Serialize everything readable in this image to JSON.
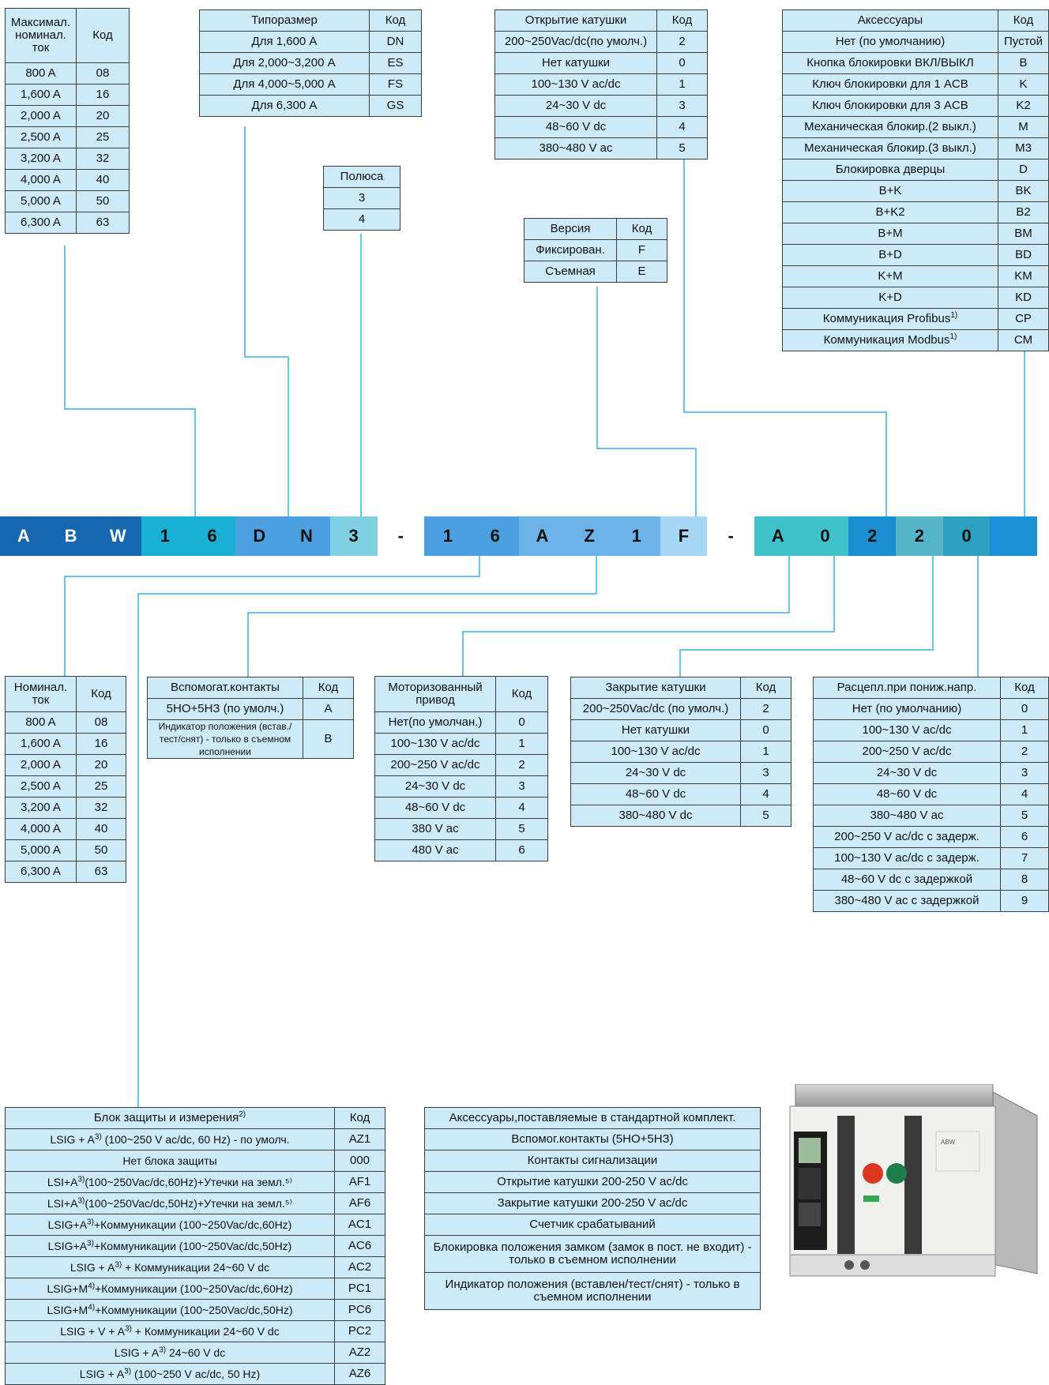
{
  "code_bar": {
    "cells": [
      {
        "char": "A",
        "color": "#1767b0",
        "text_color": "#ffffff"
      },
      {
        "char": "B",
        "color": "#1767b0",
        "text_color": "#ffffff"
      },
      {
        "char": "W",
        "color": "#1767b0",
        "text_color": "#ffffff"
      },
      {
        "char": "1",
        "color": "#1ab0d6",
        "text_color": "#111111"
      },
      {
        "char": "6",
        "color": "#1ab0d6",
        "text_color": "#111111"
      },
      {
        "char": "D",
        "color": "#4da0e0",
        "text_color": "#111111"
      },
      {
        "char": "N",
        "color": "#4da0e0",
        "text_color": "#111111"
      },
      {
        "char": "3",
        "color": "#7fd0e0",
        "text_color": "#111111"
      },
      {
        "char": "-",
        "color": "#ffffff",
        "text_color": "#111111"
      },
      {
        "char": "1",
        "color": "#4da0e0",
        "text_color": "#111111"
      },
      {
        "char": "6",
        "color": "#4da0e0",
        "text_color": "#111111"
      },
      {
        "char": "A",
        "color": "#6ab4ea",
        "text_color": "#111111"
      },
      {
        "char": "Z",
        "color": "#6ab4ea",
        "text_color": "#111111"
      },
      {
        "char": "1",
        "color": "#6ab4ea",
        "text_color": "#111111"
      },
      {
        "char": "F",
        "color": "#a6d8f5",
        "text_color": "#111111"
      },
      {
        "char": "-",
        "color": "#ffffff",
        "text_color": "#111111"
      },
      {
        "char": "A",
        "color": "#40c2cc",
        "text_color": "#111111"
      },
      {
        "char": "0",
        "color": "#40c2cc",
        "text_color": "#111111"
      },
      {
        "char": "2",
        "color": "#1a8ed0",
        "text_color": "#111111"
      },
      {
        "char": "2",
        "color": "#56b6c9",
        "text_color": "#111111"
      },
      {
        "char": "0",
        "color": "#2d9fbf",
        "text_color": "#111111"
      },
      {
        "char": "",
        "color": "#1d8fd6",
        "text_color": "#111111"
      }
    ]
  },
  "tables": {
    "max_current": {
      "header": [
        "Максимал. номинал. ток",
        "Код"
      ],
      "rows": [
        [
          "800 A",
          "08"
        ],
        [
          "1,600 A",
          "16"
        ],
        [
          "2,000 A",
          "20"
        ],
        [
          "2,500 A",
          "25"
        ],
        [
          "3,200 A",
          "32"
        ],
        [
          "4,000 A",
          "40"
        ],
        [
          "5,000 A",
          "50"
        ],
        [
          "6,300 A",
          "63"
        ]
      ]
    },
    "frame": {
      "header": [
        "Типоразмер",
        "Код"
      ],
      "rows": [
        [
          "Для 1,600 A",
          "DN"
        ],
        [
          "Для 2,000~3,200 A",
          "ES"
        ],
        [
          "Для 4,000~5,000 A",
          "FS"
        ],
        [
          "Для 6,300 A",
          "GS"
        ]
      ]
    },
    "poles": {
      "header": [
        "Полюса"
      ],
      "rows": [
        [
          "3"
        ],
        [
          "4"
        ]
      ]
    },
    "shunt": {
      "header": [
        "Открытие катушки",
        "Код"
      ],
      "rows": [
        [
          "200~250Vac/dc(по умолч.)",
          "2"
        ],
        [
          "Нет катушки",
          "0"
        ],
        [
          "100~130 V ac/dc",
          "1"
        ],
        [
          "24~30 V dc",
          "3"
        ],
        [
          "48~60 V dc",
          "4"
        ],
        [
          "380~480 V ac",
          "5"
        ]
      ]
    },
    "version": {
      "header": [
        "Версия",
        "Код"
      ],
      "rows": [
        [
          "Фиксирован.",
          "F"
        ],
        [
          "Съемная",
          "E"
        ]
      ]
    },
    "accessories": {
      "header": [
        "Аксессуары",
        "Код"
      ],
      "rows": [
        [
          "Нет (по умолчанию)",
          "Пустой"
        ],
        [
          "Кнопка блокировки ВКЛ/ВЫКЛ",
          "B"
        ],
        [
          "Ключ блокировки для 1 ACB",
          "K"
        ],
        [
          "Ключ блокировки для 3 ACB",
          "K2"
        ],
        [
          "Механическая блокир.(2 выкл.)",
          "M"
        ],
        [
          "Механическая блокир.(3 выкл.)",
          "M3"
        ],
        [
          "Блокировка дверцы",
          "D"
        ],
        [
          "B+K",
          "BK"
        ],
        [
          "B+K2",
          "B2"
        ],
        [
          "B+M",
          "BM"
        ],
        [
          "B+D",
          "BD"
        ],
        [
          "K+M",
          "KM"
        ],
        [
          "K+D",
          "KD"
        ],
        [
          "Коммуникация Profibus",
          "CP"
        ],
        [
          "Коммуникация Modbus",
          "CM"
        ]
      ],
      "footnote": "1)"
    },
    "rated_current": {
      "header": [
        "Номинал. ток",
        "Код"
      ],
      "rows": [
        [
          "800 A",
          "08"
        ],
        [
          "1,600 A",
          "16"
        ],
        [
          "2,000 A",
          "20"
        ],
        [
          "2,500 A",
          "25"
        ],
        [
          "3,200 A",
          "32"
        ],
        [
          "4,000 A",
          "40"
        ],
        [
          "5,000 A",
          "50"
        ],
        [
          "6,300 A",
          "63"
        ]
      ]
    },
    "aux": {
      "header": [
        "Вспомогат.контакты",
        "Код"
      ],
      "rows": [
        [
          "5НО+5НЗ (по умолч.)",
          "A"
        ],
        [
          "Индикатор положения (встав./тест/снят) - только в съемном исполнении",
          "B"
        ]
      ]
    },
    "motor": {
      "header": [
        "Моторизованный привод",
        "Код"
      ],
      "rows": [
        [
          "Нет(по умолчан.)",
          "0"
        ],
        [
          "100~130 V ac/dc",
          "1"
        ],
        [
          "200~250 V ac/dc",
          "2"
        ],
        [
          "24~30 V dc",
          "3"
        ],
        [
          "48~60 V dc",
          "4"
        ],
        [
          "380 V ac",
          "5"
        ],
        [
          "480 V ac",
          "6"
        ]
      ]
    },
    "closing": {
      "header": [
        "Закрытие катушки",
        "Код"
      ],
      "rows": [
        [
          "200~250Vac/dc (по умолч.)",
          "2"
        ],
        [
          "Нет катушки",
          "0"
        ],
        [
          "100~130 V ac/dc",
          "1"
        ],
        [
          "24~30 V dc",
          "3"
        ],
        [
          "48~60 V dc",
          "4"
        ],
        [
          "380~480 V dc",
          "5"
        ]
      ]
    },
    "uvt": {
      "header": [
        "Расцепл.при пониж.напр.",
        "Код"
      ],
      "rows": [
        [
          "Нет (по умолчанию)",
          "0"
        ],
        [
          "100~130 V ac/dc",
          "1"
        ],
        [
          "200~250 V ac/dc",
          "2"
        ],
        [
          "24~30 V dc",
          "3"
        ],
        [
          "48~60 V dc",
          "4"
        ],
        [
          "380~480 V ac",
          "5"
        ],
        [
          "200~250 V ac/dc с задерж.",
          "6"
        ],
        [
          "100~130 V ac/dc с задерж.",
          "7"
        ],
        [
          "48~60 V dc с задержкой",
          "8"
        ],
        [
          "380~480 V ac с задержкой",
          "9"
        ]
      ]
    },
    "protection": {
      "header": [
        "Блок защиты и измерения",
        "Код"
      ],
      "header_sup": "2)",
      "rows": [
        [
          "LSIG + A",
          "3)",
          " (100~250 V ac/dc, 60 Hz) - по умолч.",
          "AZ1"
        ],
        [
          "Нет блока защиты",
          "",
          "",
          "000"
        ],
        [
          "LSI+A",
          "3)",
          "(100~250Vac/dc,60Hz)+Утечки на земл.⁵⁾",
          "AF1"
        ],
        [
          "LSI+A",
          "3)",
          "(100~250Vac/dc,50Hz)+Утечки на земл.⁵⁾",
          "AF6"
        ],
        [
          "LSIG+A",
          "3)",
          "+Коммуникации (100~250Vac/dc,60Hz)",
          "AC1"
        ],
        [
          "LSIG+A",
          "3)",
          "+Коммуникации (100~250Vac/dc,50Hz)",
          "AC6"
        ],
        [
          "LSIG + A",
          "3)",
          " + Коммуникации 24~60 V dc",
          "AC2"
        ],
        [
          "LSIG+M",
          "4)",
          "+Коммуникации (100~250Vac/dc,60Hz)",
          "PC1"
        ],
        [
          "LSIG+M",
          "4)",
          "+Коммуникации (100~250Vac/dc,50Hz)",
          "PC6"
        ],
        [
          "LSIG + V + A",
          "3)",
          " + Коммуникации 24~60 V dc",
          "PC2"
        ],
        [
          "LSIG + A",
          "3)",
          " 24~60 V dc",
          "AZ2"
        ],
        [
          "LSIG + A",
          "3)",
          " (100~250 V ac/dc, 50 Hz)",
          "AZ6"
        ]
      ]
    },
    "standard": {
      "header": "Аксессуары,поставляемые в стандартной комплект.",
      "rows": [
        "Вспомог.контакты (5НО+5НЗ)",
        "Контакты сигнализации",
        "Открытие катушки 200-250 V ac/dc",
        "Закрытие катушки 200-250 V ac/dc",
        "Счетчик срабатываний",
        "Блокировка положения замком (замок в пост. не входит) - только в съемном исполнении",
        "Индикатор положения (вставлен/тест/снят) - только в съемном исполнении"
      ]
    }
  },
  "product_photo": {
    "brand_label": "ABW"
  }
}
